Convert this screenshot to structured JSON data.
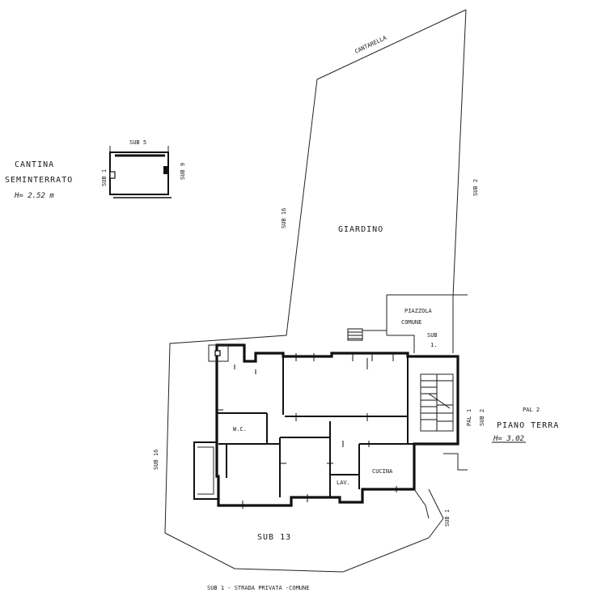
{
  "cellar": {
    "title_line1": "CANTINA",
    "title_line2": "SEMINTERRATO",
    "height": "H= 2.52 m",
    "sub_top": "SUB 5",
    "sub_left": "SUB 1",
    "sub_right": "SUB 9"
  },
  "site": {
    "top_road": "CANTARELLA",
    "sub_left_upper": "SUB 16",
    "sub_left_lower": "SUB 16",
    "sub_right_upper": "SUB 2",
    "garden": "GIARDINO",
    "piazzola_line1": "PIAZZOLA",
    "piazzola_line2": "COMUNE",
    "piazzola_sub_line1": "SUB",
    "piazzola_sub_line2": "1.",
    "pal_1": "PAL 1",
    "sub_2_stair": "SUB 2",
    "sub_1_right": "SUB 1",
    "sub_13": "SUB 13",
    "bottom_road": "SUB 1  -  STRADA  PRIVATA -COMUNE"
  },
  "rooms": {
    "wc": "W.C.",
    "lav": "LAV.",
    "kitchen": "CUCINA"
  },
  "floor_info": {
    "building": "PAL 2",
    "floor": "PIANO  TERRA",
    "height": "H= 3.02"
  }
}
